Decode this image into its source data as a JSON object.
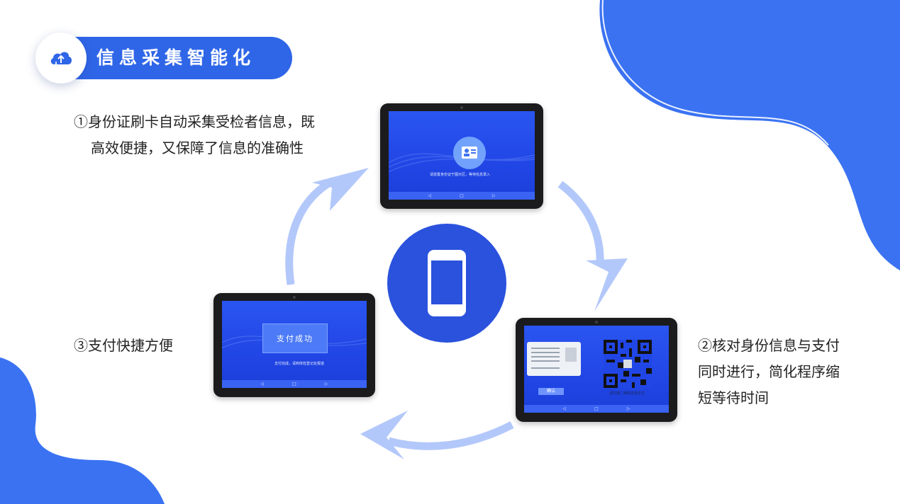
{
  "header": {
    "title": "信息采集智能化",
    "icon": "cloud-upload-icon"
  },
  "descriptions": {
    "item1": {
      "line1": "①身份证刷卡自动采集受检者信息，既",
      "line2": "高效便捷，又保障了信息的准确性"
    },
    "item2": {
      "line1": "②核对身份信息与支付",
      "line2": "同时进行，简化程序缩",
      "line3": "短等待时间"
    },
    "item3": {
      "line1": "③支付快捷方便"
    }
  },
  "tablet_top": {
    "prompt": "请放置身份证于图示区，等待信息录入",
    "icon": "id-card-icon"
  },
  "tablet_left": {
    "success_label": "支付成功",
    "hint": "支付完成，请到体检登记处报道"
  },
  "tablet_right": {
    "confirm_label": "确认",
    "qr_caption": "请扫描二维码完成支付",
    "icon": "qr-code-icon"
  },
  "center": {
    "icon": "smartphone-icon"
  },
  "nav": {
    "back": "◁",
    "home": "□",
    "recent": "▷"
  },
  "colors": {
    "brand_blue": "#2f66e8",
    "blob_blue": "#3a72f2",
    "center_blue": "#2a52dd",
    "arrow_blue": "#b3c8fa",
    "screen_blue": "#2146e6"
  }
}
